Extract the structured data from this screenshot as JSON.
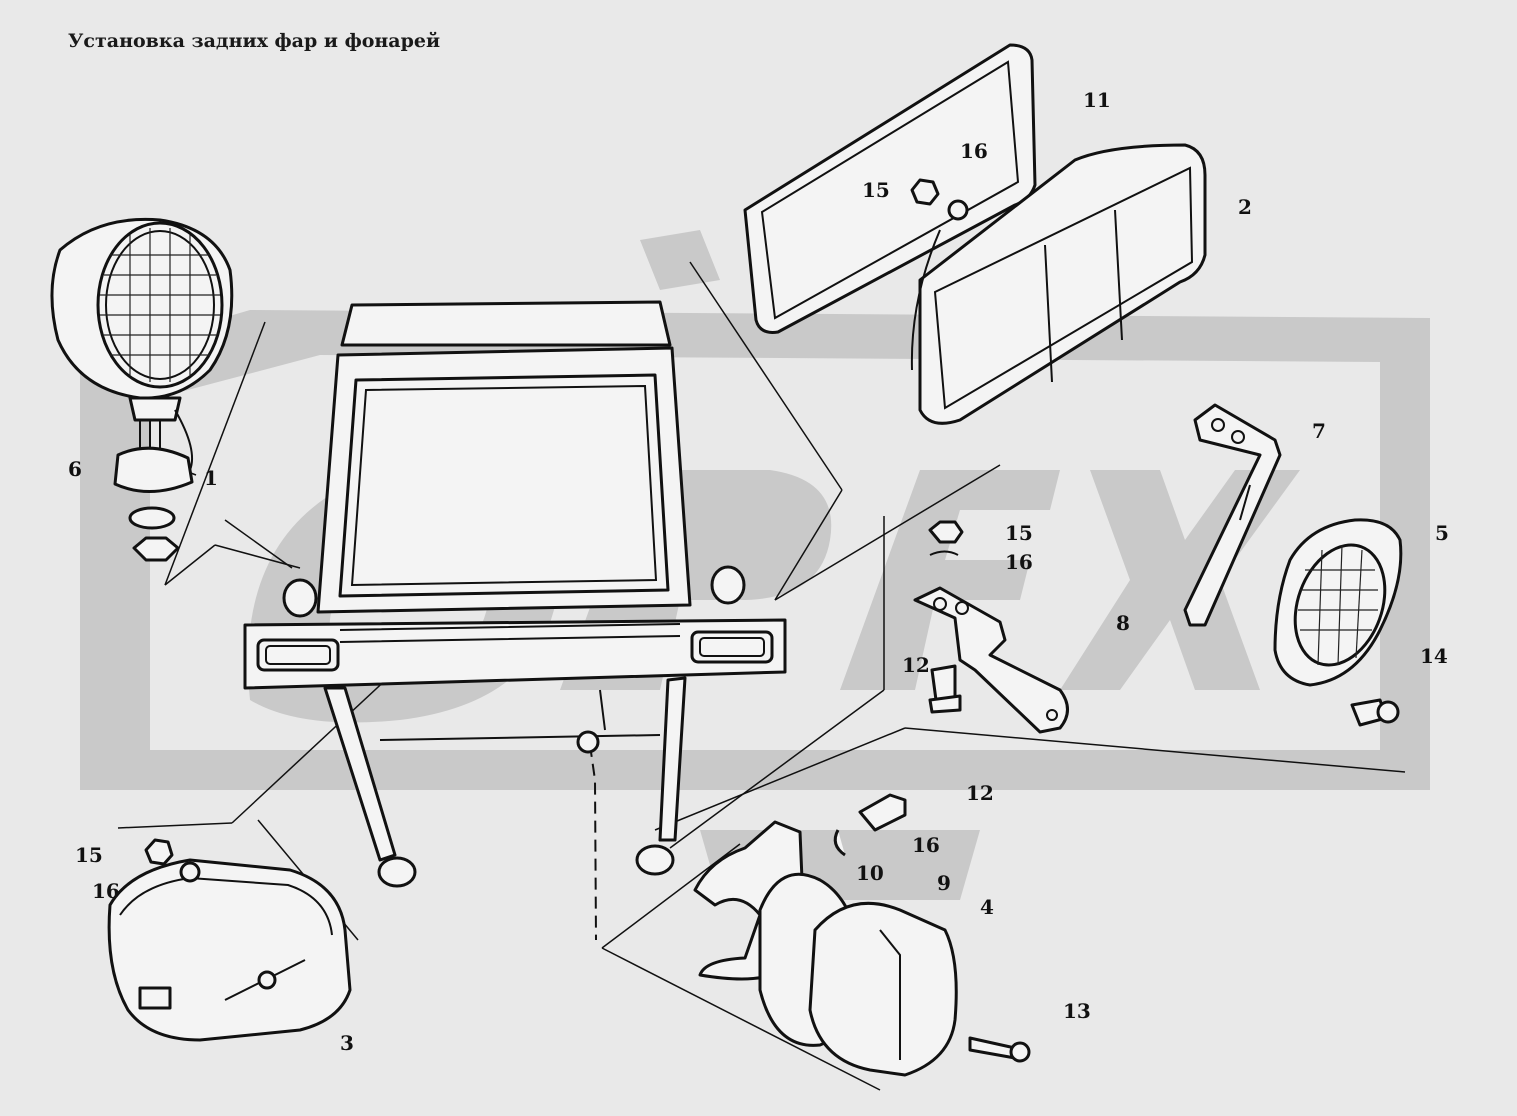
{
  "title": "Установка задних фар и фонарей",
  "callouts": {
    "c1": "1",
    "c2": "2",
    "c3": "3",
    "c4": "4",
    "c5": "5",
    "c6": "6",
    "c7": "7",
    "c8": "8",
    "c9": "9",
    "c10": "10",
    "c11": "11",
    "c12a": "12",
    "c12b": "12",
    "c13": "13",
    "c14": "14",
    "c15a": "15",
    "c15b": "15",
    "c15c": "15",
    "c16a": "16",
    "c16b": "16",
    "c16c": "16",
    "c16d": "16"
  }
}
